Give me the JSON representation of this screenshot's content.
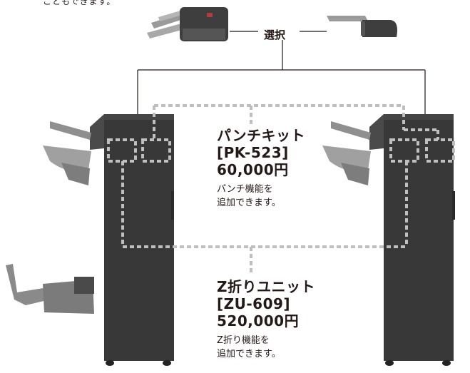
{
  "top_note": "こともできます。",
  "select_label": "選択",
  "options": [
    {
      "name": "パンチキット",
      "code": "[PK-523]",
      "price": "60,000円",
      "desc1": "パンチ機能を",
      "desc2": "追加できます。"
    },
    {
      "name": "Z折りユニット",
      "code": "[ZU-609]",
      "price": "520,000円",
      "desc1": "Z折り機能を",
      "desc2": "追加できます。"
    }
  ],
  "colors": {
    "line": "#231815",
    "dotted": "#bfbfbf",
    "device": "#3b3b3b",
    "tray": "#8a8a8a"
  }
}
